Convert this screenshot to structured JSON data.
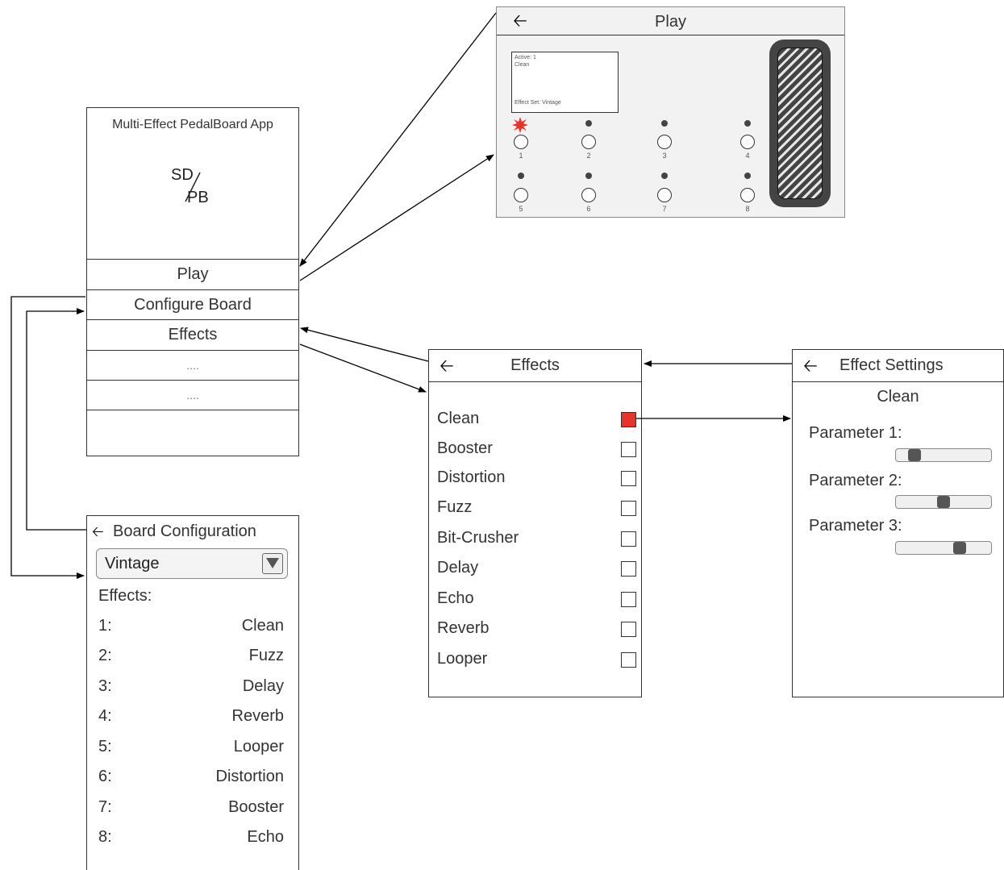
{
  "main_menu": {
    "app_title": "Multi-Effect PedalBoard App",
    "logo": {
      "top": "SD",
      "bottom": "PB"
    },
    "items": [
      {
        "label": "Play"
      },
      {
        "label": "Configure Board"
      },
      {
        "label": "Effects"
      },
      {
        "label": "...."
      },
      {
        "label": "...."
      },
      {
        "label": ""
      }
    ]
  },
  "play_screen": {
    "back_icon": "left-arrow-icon",
    "title": "Play",
    "display": {
      "line1": "Active: 1",
      "line2": "Clean",
      "line3": "Effect Set: Vintage"
    },
    "active_switch": "1",
    "active_indicator_color": "#e8332b",
    "footswitches": [
      "1",
      "2",
      "3",
      "4",
      "5",
      "6",
      "7",
      "8"
    ],
    "expression_pedal_icon": "expression-pedal-icon"
  },
  "board_config": {
    "back_icon": "left-arrow-icon",
    "title": "Board Configuration",
    "preset": "Vintage",
    "effects_label": "Effects:",
    "slots": [
      {
        "num": "1:",
        "name": "Clean"
      },
      {
        "num": "2:",
        "name": "Fuzz"
      },
      {
        "num": "3:",
        "name": "Delay"
      },
      {
        "num": "4:",
        "name": "Reverb"
      },
      {
        "num": "5:",
        "name": "Looper"
      },
      {
        "num": "6:",
        "name": "Distortion"
      },
      {
        "num": "7:",
        "name": "Booster"
      },
      {
        "num": "8:",
        "name": "Echo"
      }
    ]
  },
  "effects_screen": {
    "back_icon": "left-arrow-icon",
    "title": "Effects",
    "items": [
      {
        "label": "Clean",
        "selected": true
      },
      {
        "label": "Booster",
        "selected": false
      },
      {
        "label": "Distortion",
        "selected": false
      },
      {
        "label": "Fuzz",
        "selected": false
      },
      {
        "label": "Bit-Crusher",
        "selected": false
      },
      {
        "label": "Delay",
        "selected": false
      },
      {
        "label": "Echo",
        "selected": false
      },
      {
        "label": "Reverb",
        "selected": false
      },
      {
        "label": "Looper",
        "selected": false
      }
    ],
    "selected_color": "#e8332b"
  },
  "effect_settings": {
    "back_icon": "left-arrow-icon",
    "title": "Effect Settings",
    "effect_name": "Clean",
    "params": [
      {
        "label": "Parameter 1:",
        "value": 0.15
      },
      {
        "label": "Parameter 2:",
        "value": 0.5
      },
      {
        "label": "Parameter 3:",
        "value": 0.7
      }
    ]
  }
}
